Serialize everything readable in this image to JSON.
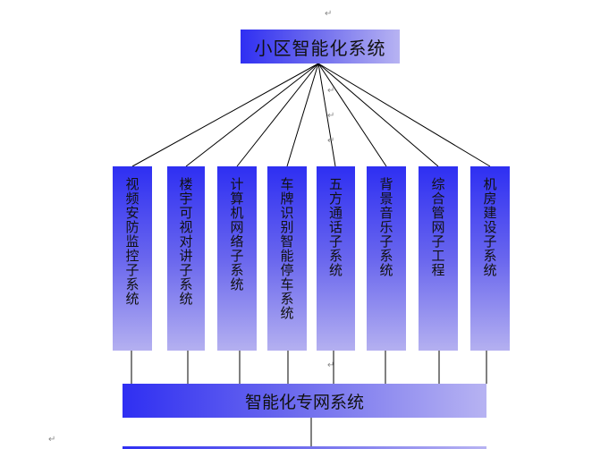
{
  "diagram": {
    "top": {
      "label": "小区智能化系统"
    },
    "subsystems": [
      {
        "label": "视频安防监控子系统"
      },
      {
        "label": "楼宇可视对讲子系统"
      },
      {
        "label": "计算机网络子系统"
      },
      {
        "label": "车牌识别智能停车系统"
      },
      {
        "label": "五方通话子系统"
      },
      {
        "label": "背景音乐子系统"
      },
      {
        "label": "综合管网子工程"
      },
      {
        "label": "机房建设子系统"
      }
    ],
    "bottom": {
      "label": "智能化专网系统"
    }
  },
  "colors": {
    "box_dark": "#2f2ff2",
    "box_light": "#b7b3f2",
    "line": "#000000"
  }
}
